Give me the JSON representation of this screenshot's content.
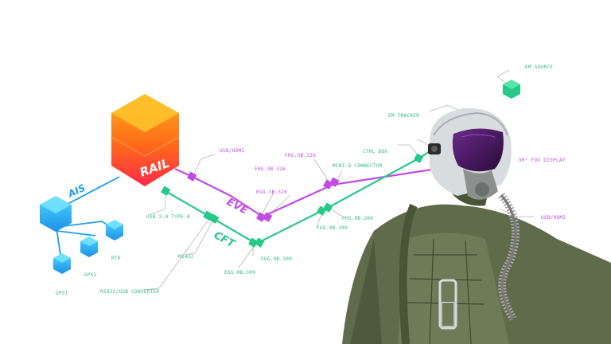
{
  "colors": {
    "green": "#27c98a",
    "purple": "#c24be6",
    "blue": "#1e9fe6",
    "orange": "#ff7a1a",
    "label_green": "#2fb88a",
    "label_purple": "#c24be6"
  },
  "diagram": {
    "rail_label": "RAIL",
    "ais_label": "AIS",
    "eve_label": "EVE",
    "cft_label": "CFT",
    "labels": {
      "em_source": "EM SOURCE",
      "em_tracker": "EM TRACKER",
      "ctrl_box": "CTRL BOX",
      "mini_d": "MINI-D CONNECTOR",
      "fov_display": "90° FOV DISPLAY",
      "usb_hdmi_right": "USB/HDMI",
      "usb_hdmi_top": "USB/HDMI",
      "fhg_1": "FHG.3B.326",
      "fhg_2": "FHG.3B.326",
      "egg_top": "EGG.3B.326",
      "phg": "PHG.0B.309",
      "fgg_1": "FGG.0B.309",
      "fgg_2": "FGG.0B.309",
      "egg_bottom": "EGG.0B.309",
      "usb2": "USB 2.0 TYPE A",
      "rs422": "RS422",
      "rs422_usb": "RS422/USB CONVERTER",
      "rtk": "RTK",
      "gps1": "GPS1",
      "gps2": "GPS2"
    }
  }
}
